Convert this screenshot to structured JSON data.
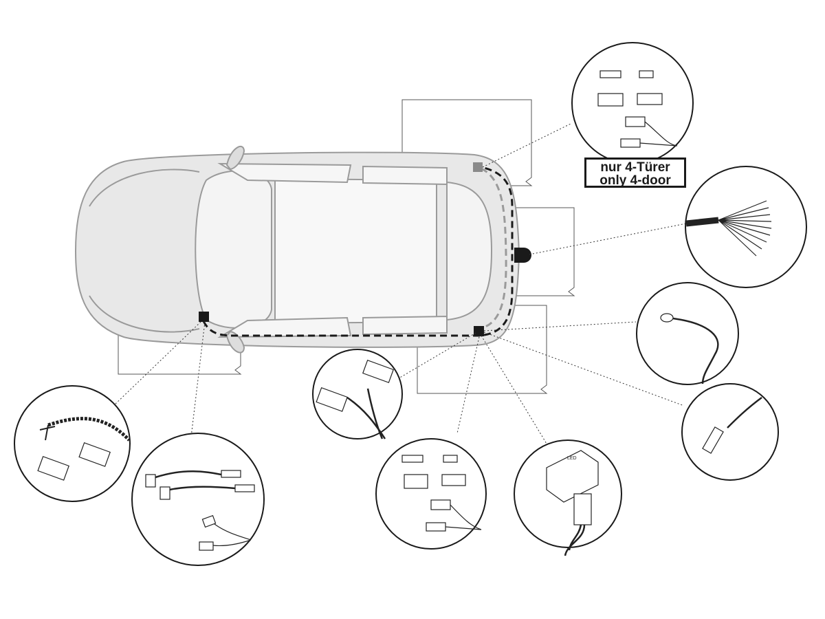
{
  "note": {
    "line1": "nur 4-Türer",
    "line2": "only 4-door"
  },
  "module_label": "LED",
  "colors": {
    "line": "#1a1a1a",
    "car_fill": "#e6e6e6",
    "car_stroke": "#9a9a9a",
    "grey_module": "#8a8a8a"
  }
}
